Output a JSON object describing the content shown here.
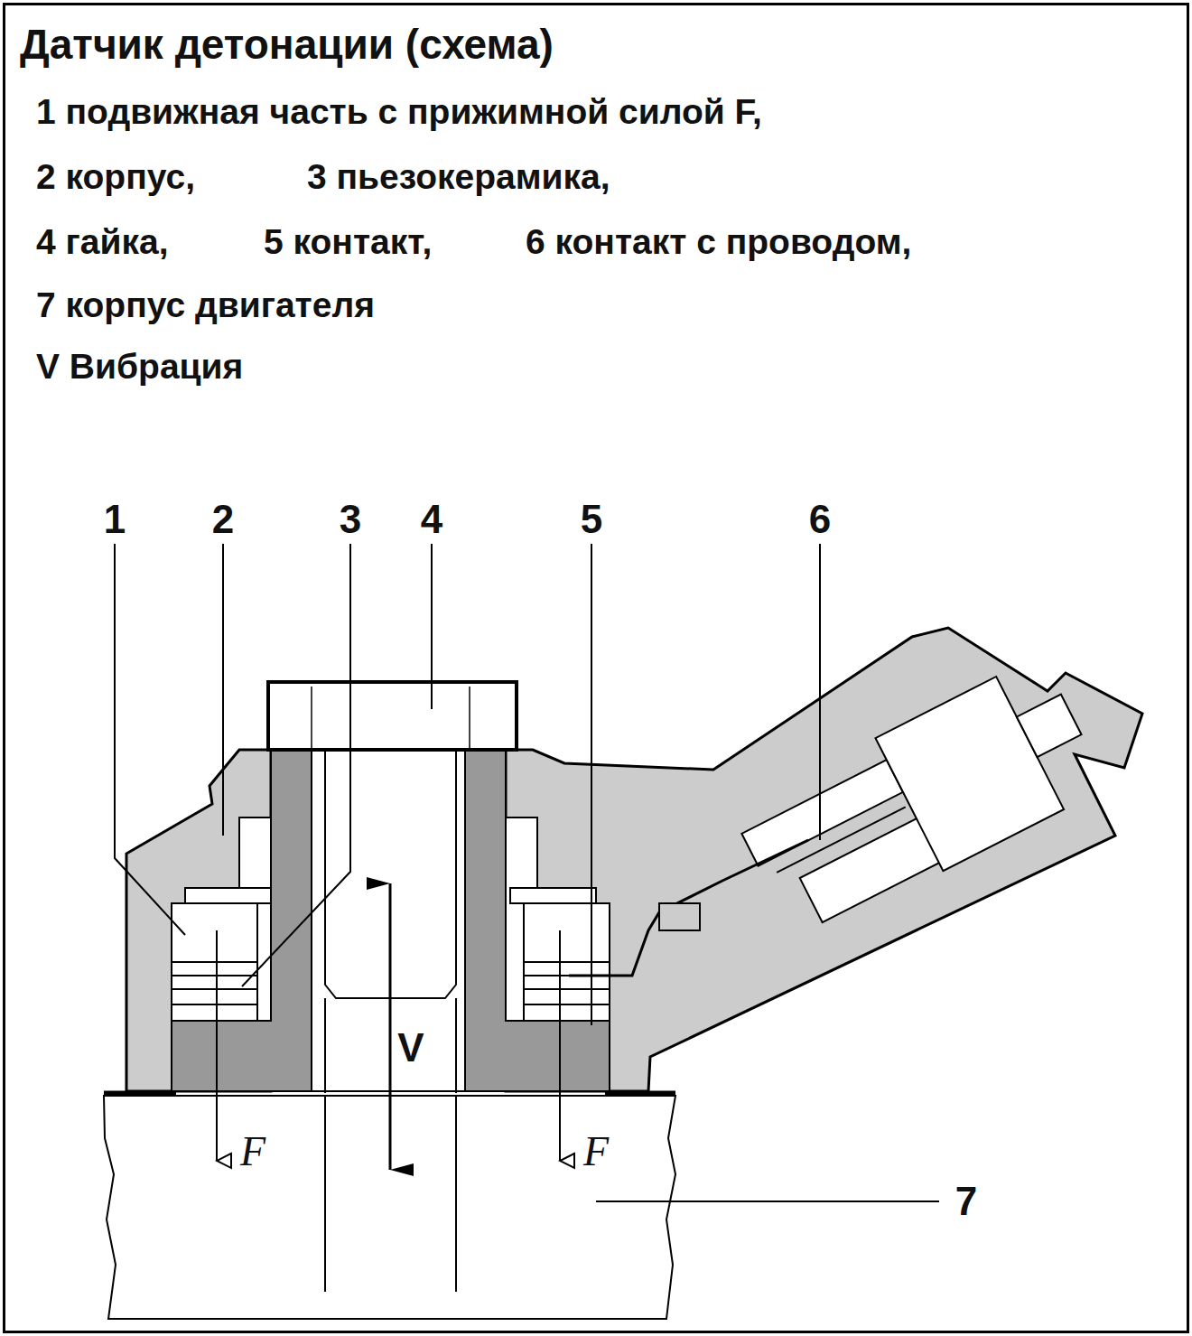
{
  "diagram": {
    "title": "Датчик детонации (схема)",
    "labels": [
      "1 подвижная часть с прижимной силой F,",
      "2 корпус,",
      "3 пьезокерамика,",
      "4 гайка,",
      "5 контакт,",
      "6 контакт с проводом,",
      "7 корпус двигателя",
      "V Вибрация",
      "1",
      "2",
      "3",
      "4",
      "5",
      "6",
      "7",
      "V",
      "F",
      "F"
    ]
  }
}
